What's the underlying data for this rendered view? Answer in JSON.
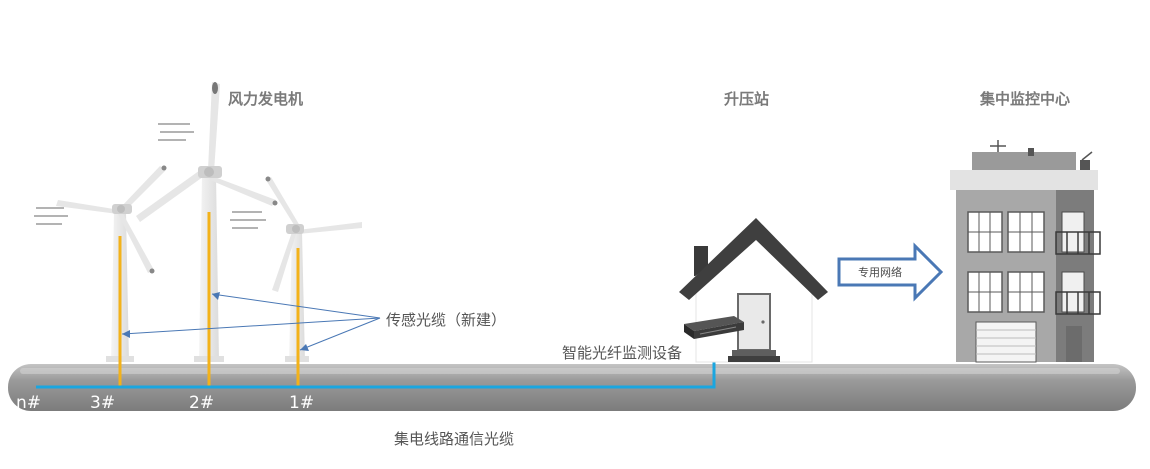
{
  "labels": {
    "wind_turbines": "风力发电机",
    "substation": "升压站",
    "monitoring_center": "集中监控中心",
    "sensing_cable": "传感光缆（新建）",
    "monitoring_device": "智能光纤监测设备",
    "collection_cable": "集电线路通信光缆",
    "dedicated_network": "专用网络"
  },
  "turbine_numbers": [
    "n#",
    "3#",
    "2#",
    "1#"
  ],
  "colors": {
    "ground": "#8a8a8a",
    "ground_top": "#b9b9b9",
    "fiber_blue": "#1aa6e0",
    "sensing_yellow": "#f3b21a",
    "arrow_blue": "#4a78b5",
    "turbine": "#ececec",
    "roof": "#3f3f3f",
    "building": "#9e9e9e"
  }
}
